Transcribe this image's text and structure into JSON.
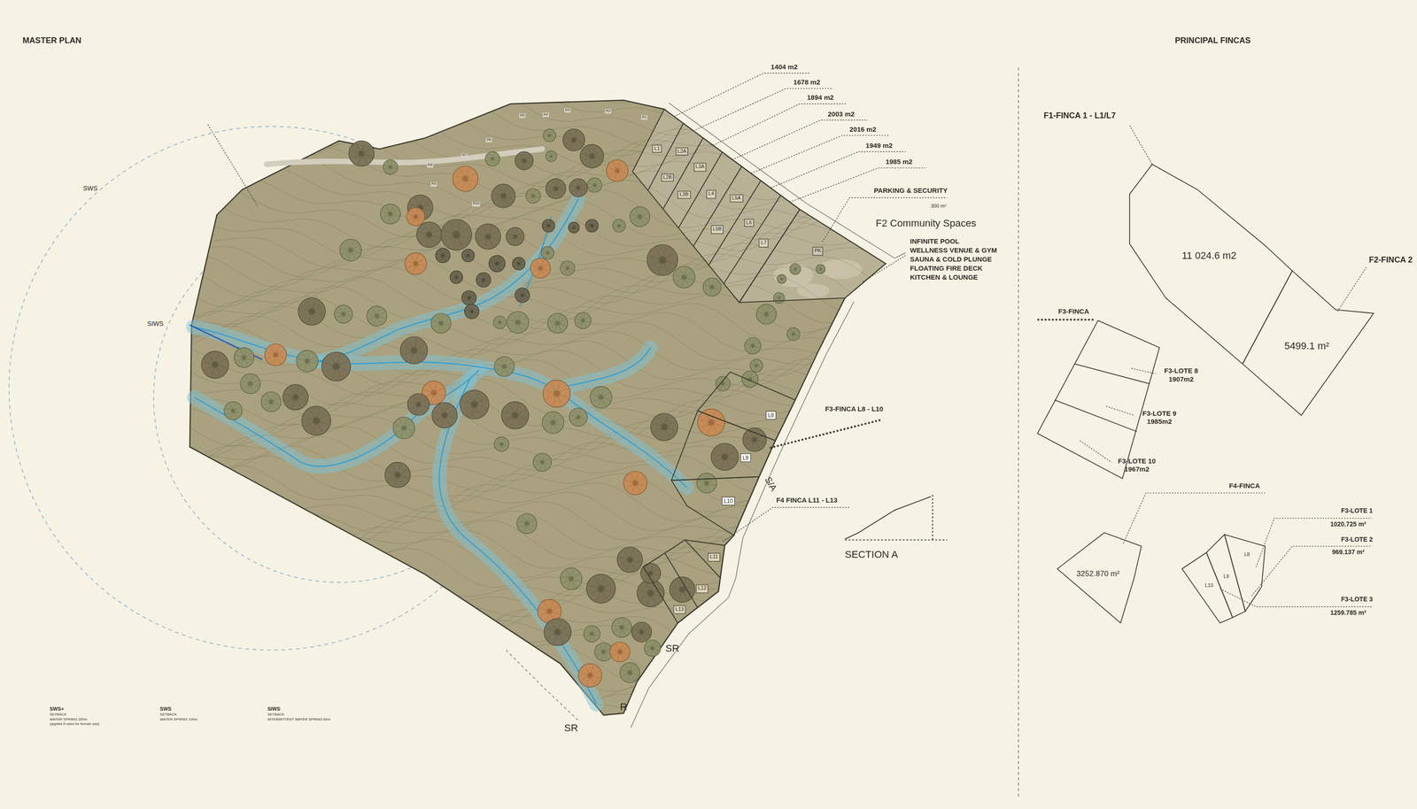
{
  "diagram": {
    "title": "MASTER PLAN",
    "nodes": [
      {
        "text": [
          "L1"
        ]
      },
      {
        "text": [
          "L2A"
        ]
      },
      {
        "text": [
          "L2B"
        ]
      },
      {
        "text": [
          "L3A"
        ]
      },
      {
        "text": [
          "L3B"
        ]
      },
      {
        "text": [
          "L4"
        ]
      },
      {
        "text": [
          "L5A"
        ]
      },
      {
        "text": [
          "L5B"
        ]
      },
      {
        "text": [
          "L6"
        ]
      },
      {
        "text": [
          "L7"
        ]
      },
      {
        "text": [
          "PK"
        ]
      },
      {
        "text": [
          "L8"
        ]
      },
      {
        "text": [
          "L9"
        ]
      },
      {
        "text": [
          "L10"
        ]
      },
      {
        "text": [
          "L11"
        ]
      },
      {
        "text": [
          "L12"
        ]
      },
      {
        "text": [
          "L13"
        ]
      },
      {
        "text": [
          "11 024.6 m2"
        ]
      },
      {
        "text": [
          "5499.1 m²"
        ]
      },
      {
        "text": [
          "3252.870 m²"
        ]
      },
      {
        "text": [
          "L8"
        ]
      },
      {
        "text": [
          "L9"
        ]
      },
      {
        "text": [
          "L10"
        ]
      }
    ],
    "labels": [
      "PRINCIPAL FINCAS",
      "1404 m2",
      "1678 m2",
      "1894 m2",
      "2003 m2",
      "2016 m2",
      "1949 m2",
      "1985 m2",
      "PARKING & SECURITY",
      "300 m²",
      "F2 Community Spaces",
      "INFINITE POOL",
      "WELLNESS VENUE & GYM",
      "SAUNA & COLD PLUNGE",
      "FLOATING FIRE DECK",
      "KITCHEN & LOUNGE",
      "SWS",
      "SIWS",
      "F3-FINCA L8 - L10",
      "S/A",
      "F4 FINCA L11 - L13",
      "SECTION A",
      "SR",
      "R",
      "SR",
      "R1",
      "R2",
      "R3",
      "R4",
      "R5",
      "R6",
      "R7",
      "R8",
      "R9",
      "R10",
      "SWS+",
      "SETBACK",
      "WATER SPRING 200m",
      "(applies if used for human use)",
      "SWS",
      "SETBACK",
      "WATER SPRING 100m",
      "SIWS",
      "SETBACK",
      "INTERMITTENT WATER SPRING 60m",
      "F1-FINCA 1 - L1/L7",
      "F2-FINCA 2",
      "F3-FINCA",
      "F3-LOTE 8 1907m2",
      "F3-LOTE 9 1985m2",
      "F3-LOTE 10 1967m2",
      "F4-FINCA",
      "F3-LOTE 1",
      "1020.725 m²",
      "F3-LOTE 2",
      "969.137 m²",
      "F3-LOTE 3",
      "1259.785 m²"
    ]
  }
}
